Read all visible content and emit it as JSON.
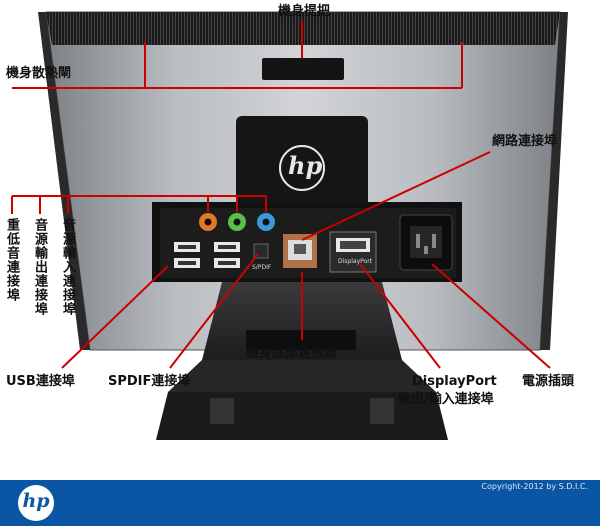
{
  "labels": {
    "handle": "機身提把",
    "vent": "機身散熱閘",
    "network": "網路連接埠",
    "audio_line_out": "重低音連接埠",
    "audio_in_out_1": "音源輸出連接埠",
    "audio_in_out_2": "音源輸入連接埠",
    "usb": "USB連接埠",
    "spdif": "SPDIF連接埠",
    "dock": "機身底部連接端",
    "displayport_line1": "DisplayPort",
    "displayport_line2": "輸出/輸入連接埠",
    "power": "電源插頭"
  },
  "port_labels": {
    "spdif": "S/PDIF",
    "displayport": "DisplayPort"
  },
  "logo": {
    "text": "hp"
  },
  "footer": {
    "logo_text": "hp",
    "copyright": "Copyright-2012 by S.D.I.C."
  },
  "colors": {
    "callout": "#cc0000",
    "footer": "#0b56a4",
    "audio_orange": "#e07a2a",
    "audio_green": "#5cbf4a",
    "audio_blue": "#3a9ad9"
  }
}
